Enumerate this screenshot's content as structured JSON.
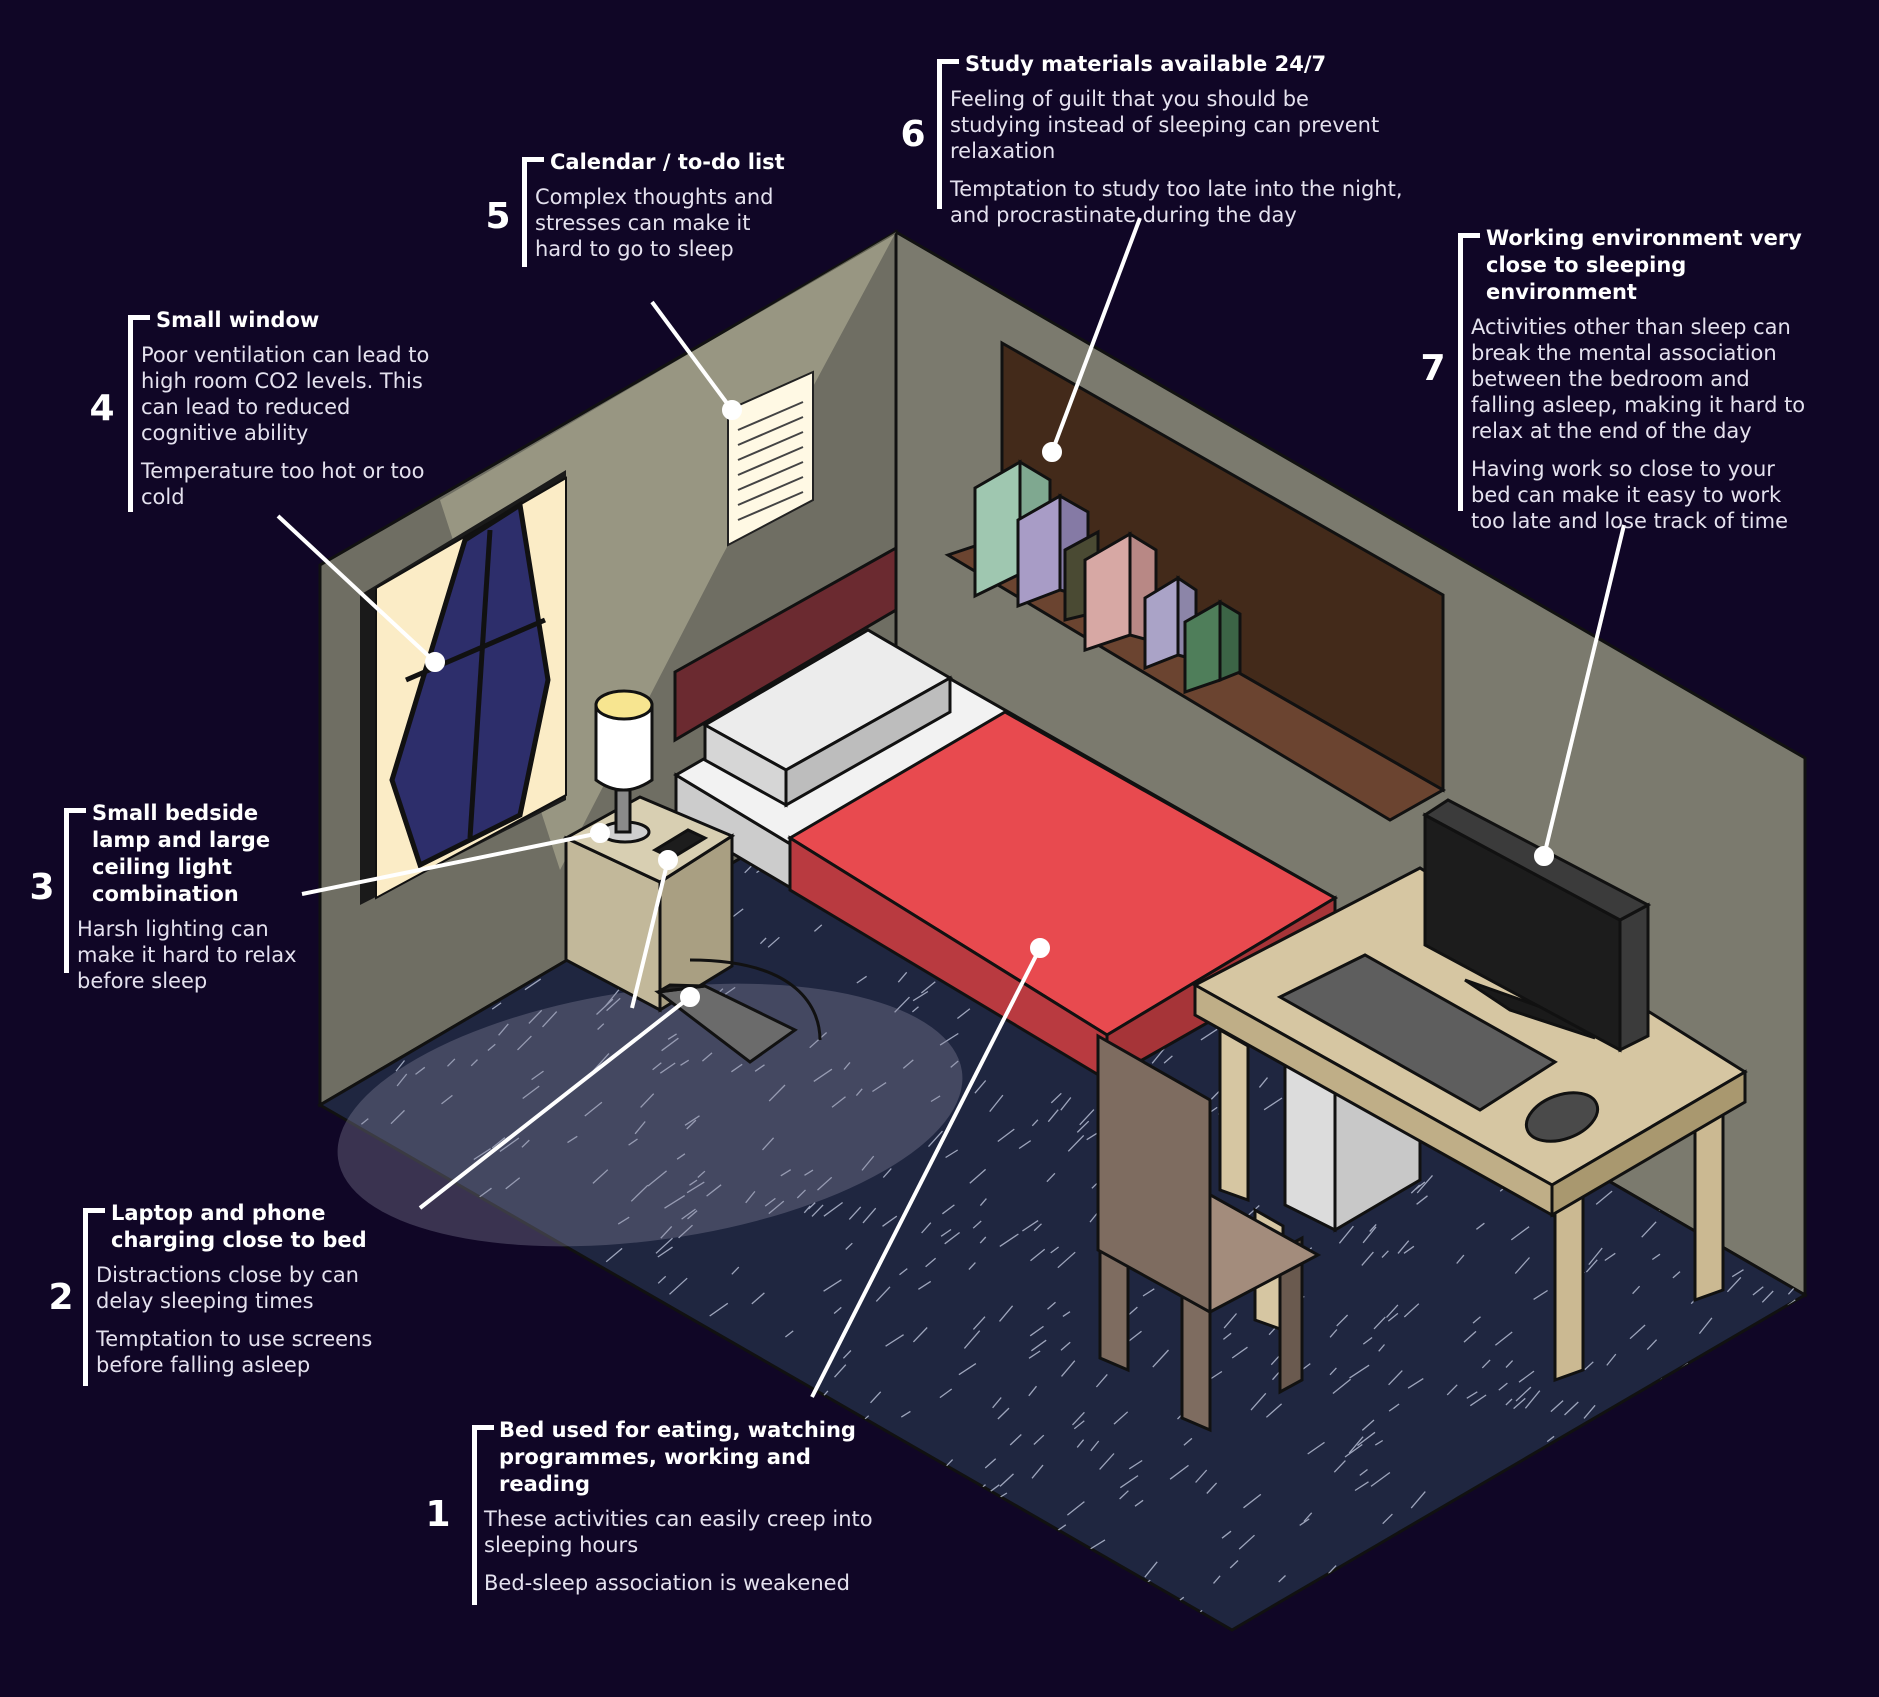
{
  "colors": {
    "background": "#100626",
    "bedsheet": "#e84a4f",
    "wall": "#7b7a6e",
    "floor": "#1f2640",
    "curtain": "#fbecc6",
    "window_glass": "#2d2e6b"
  },
  "callouts": [
    {
      "number": "1",
      "title": "Bed used for eating, watching programmes, working and reading",
      "descriptions": [
        "These activities can easily creep into sleeping hours",
        "Bed-sleep association is weakened"
      ]
    },
    {
      "number": "2",
      "title": "Laptop and phone charging close to bed",
      "descriptions": [
        "Distractions close by can delay sleeping times",
        "Temptation to use screens before falling asleep"
      ]
    },
    {
      "number": "3",
      "title": "Small bedside lamp and large ceiling light combination",
      "descriptions": [
        "Harsh lighting can make it hard to relax before sleep"
      ]
    },
    {
      "number": "4",
      "title": "Small window",
      "descriptions": [
        "Poor ventilation can lead to high room CO2 levels. This can lead to reduced cognitive ability",
        "Temperature too hot or too cold"
      ]
    },
    {
      "number": "5",
      "title": "Calendar / to-do list",
      "descriptions": [
        "Complex thoughts and stresses can make it hard to go to sleep"
      ]
    },
    {
      "number": "6",
      "title": "Study materials available 24/7",
      "descriptions": [
        "Feeling of guilt that you should be studying instead of sleeping can prevent relaxation",
        "Temptation to study too late into the night, and procrastinate during the day"
      ]
    },
    {
      "number": "7",
      "title": "Working environment very close to sleeping environment",
      "descriptions": [
        "Activities other than sleep can break the mental association between the bedroom and falling asleep, making it hard to relax at the end of the day",
        "Having work so close to your bed can make it easy to work too late and lose track of time"
      ]
    }
  ]
}
